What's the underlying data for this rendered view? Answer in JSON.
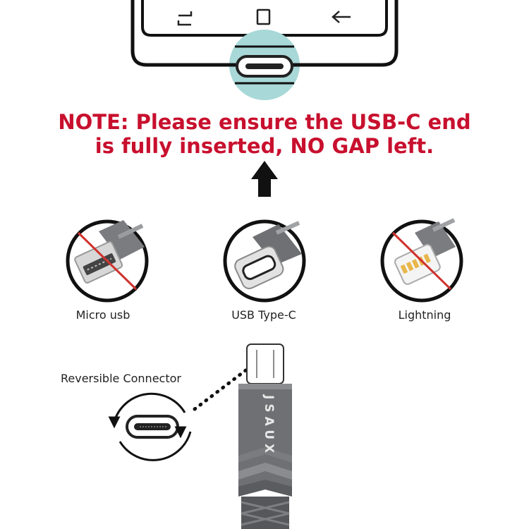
{
  "note": {
    "line1": "NOTE: Please ensure the USB-C end",
    "line2": "is fully inserted, NO GAP left."
  },
  "connectors": [
    {
      "label": "Micro usb",
      "status": "crossed-out"
    },
    {
      "label": "USB Type-C",
      "status": "compatible"
    },
    {
      "label": "Lightning",
      "status": "crossed-out"
    }
  ],
  "reversible": {
    "label": "Reversible Connector"
  },
  "cable": {
    "brand": "JSAUX"
  },
  "colors": {
    "note_red": "#c8102e",
    "cross_red": "#d0312d",
    "port_highlight": "#a8d8d8",
    "cable_gray": "#6e7073",
    "text_dark": "#222222"
  },
  "icons": [
    "recent-apps-icon",
    "home-icon",
    "back-icon",
    "up-arrow-icon",
    "rotate-arrows-icon"
  ]
}
